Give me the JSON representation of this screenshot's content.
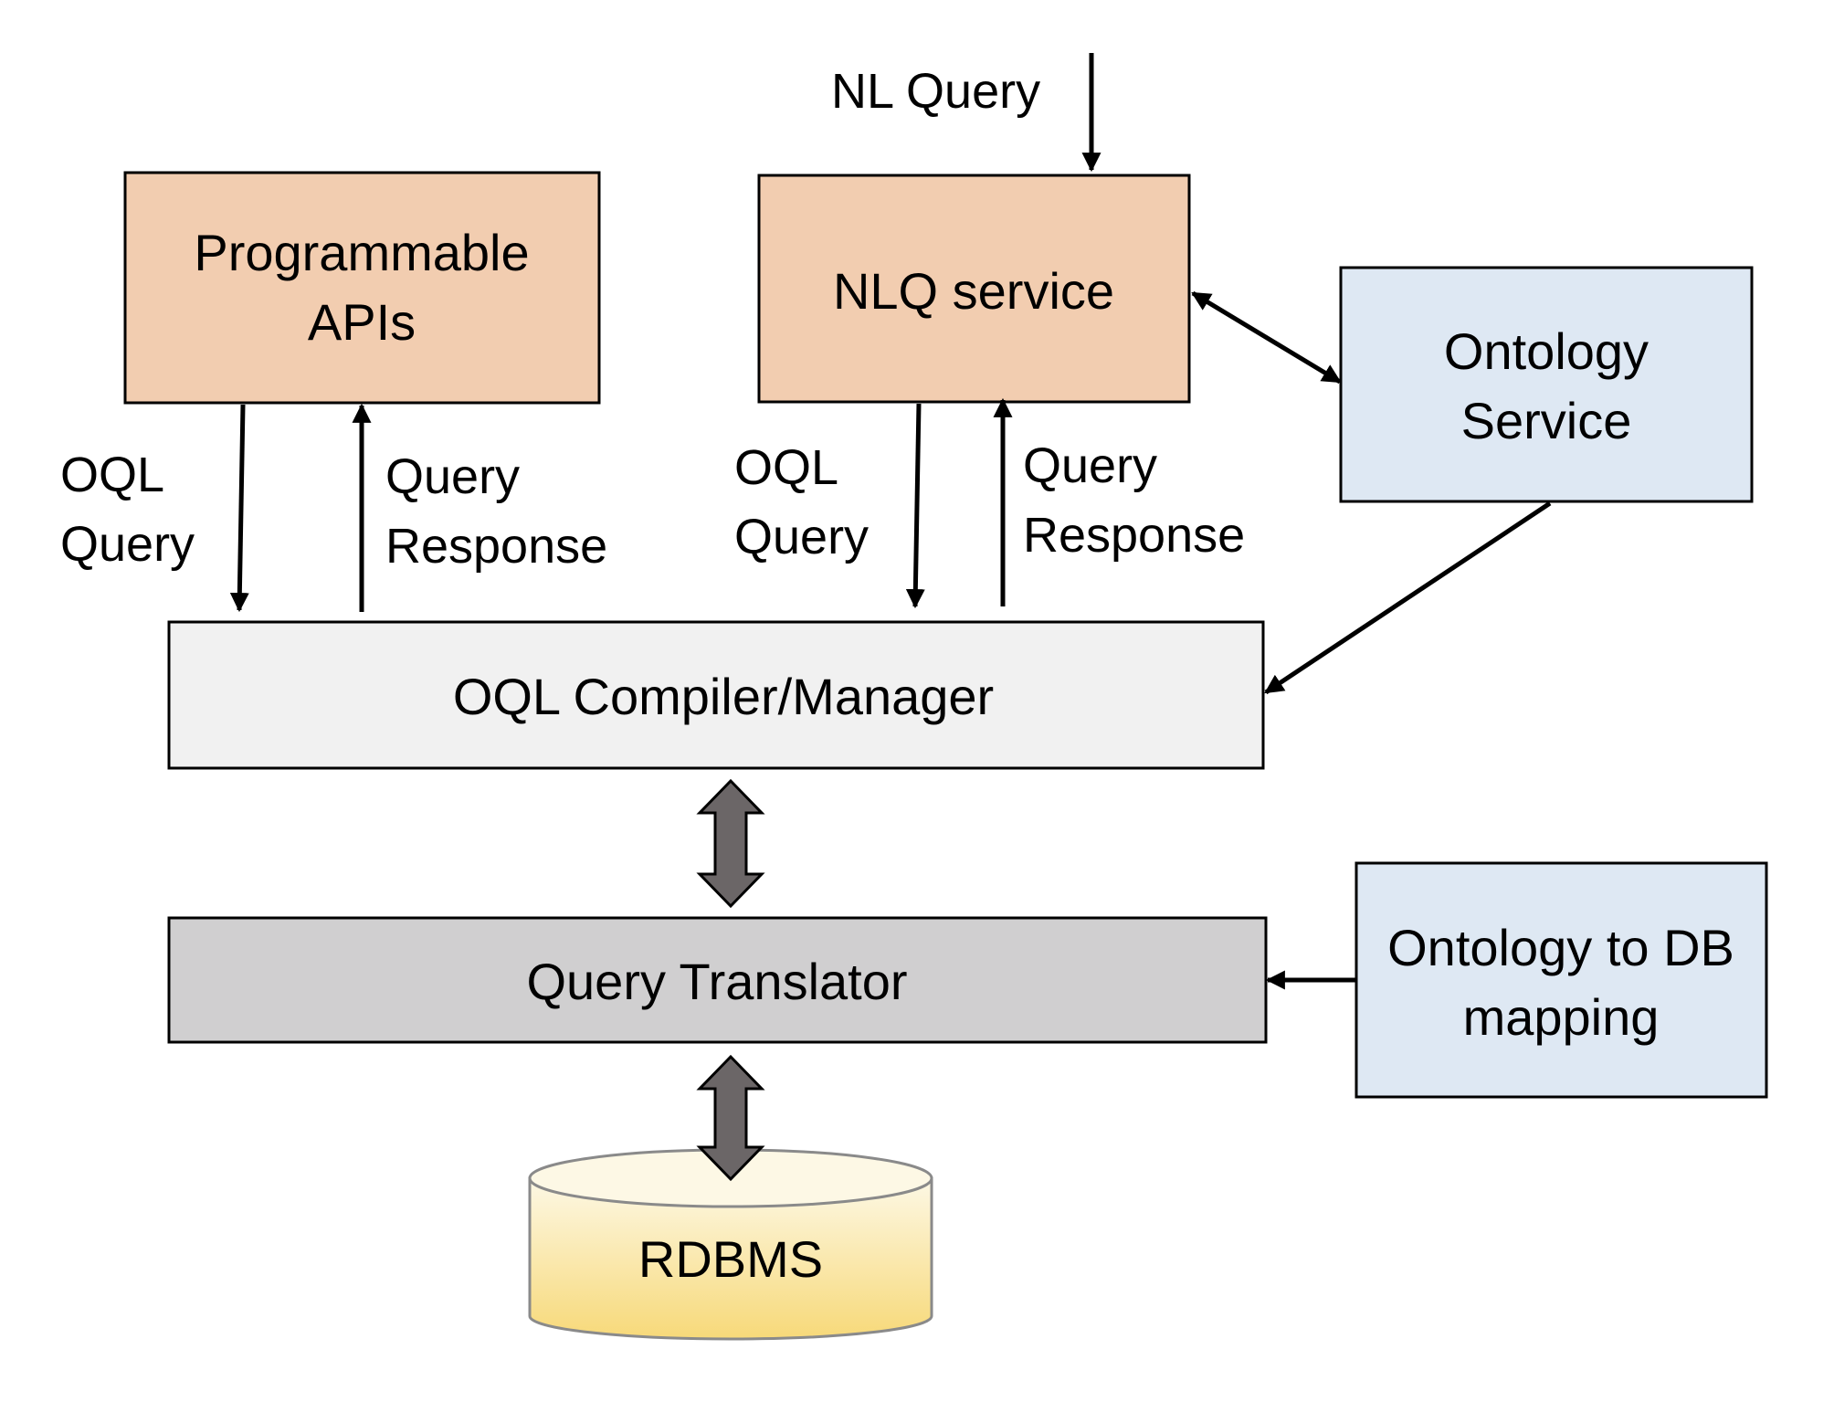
{
  "labels": {
    "nl_query": "NL Query",
    "api_oql_line1": "OQL",
    "api_oql_line2": "Query",
    "api_resp_line1": "Query",
    "api_resp_line2": "Response",
    "nlq_oql_line1": "OQL",
    "nlq_oql_line2": "Query",
    "nlq_resp_line1": "Query",
    "nlq_resp_line2": "Response"
  },
  "boxes": {
    "programmable_apis": {
      "line1": "Programmable",
      "line2": "APIs",
      "fill": "#f2cdb0"
    },
    "nlq_service": {
      "text": "NLQ service",
      "fill": "#f2cdb0"
    },
    "ontology_service": {
      "line1": "Ontology",
      "line2": "Service",
      "fill": "#dee8f3"
    },
    "oql_compiler": {
      "text": "OQL Compiler/Manager",
      "fill": "#f1f1f1"
    },
    "query_translator": {
      "text": "Query Translator",
      "fill": "#d0cfd0"
    },
    "ontology_db_mapping": {
      "line1": "Ontology to DB",
      "line2": "mapping",
      "fill": "#dee8f3"
    },
    "rdbms": {
      "text": "RDBMS",
      "fill_top": "#fdf8e5",
      "fill_bottom": "#f7d979"
    }
  },
  "colors": {
    "block_arrow": "#6b6667"
  }
}
